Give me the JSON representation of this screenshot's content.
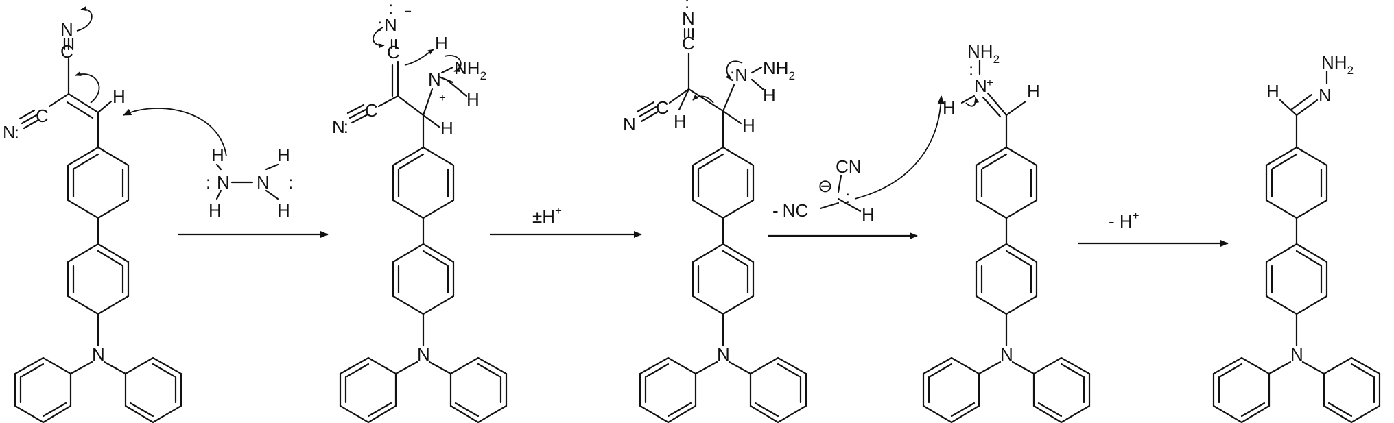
{
  "scheme": {
    "atom_labels": {
      "n": "N",
      "nc": "NC",
      "cn": "CN",
      "h": "H",
      "nh2": "NH",
      "nh2_sub": "2",
      "plus": "+",
      "minus": "−",
      "anion": "⊖",
      "lone_pair": ":",
      "dash": "-"
    },
    "steps": [
      {
        "id": "step1",
        "label": "",
        "label_sup": ""
      },
      {
        "id": "step2",
        "label": "±H",
        "label_sup": "+"
      },
      {
        "id": "step3",
        "label": "",
        "label_sup": ""
      },
      {
        "id": "step4",
        "label": "- H",
        "label_sup": "+"
      }
    ],
    "byproduct": {
      "left": "NC",
      "charge": "-",
      "right": "CN",
      "h": "H"
    },
    "colors": {
      "ink": "#111111",
      "background": "#ffffff"
    }
  }
}
